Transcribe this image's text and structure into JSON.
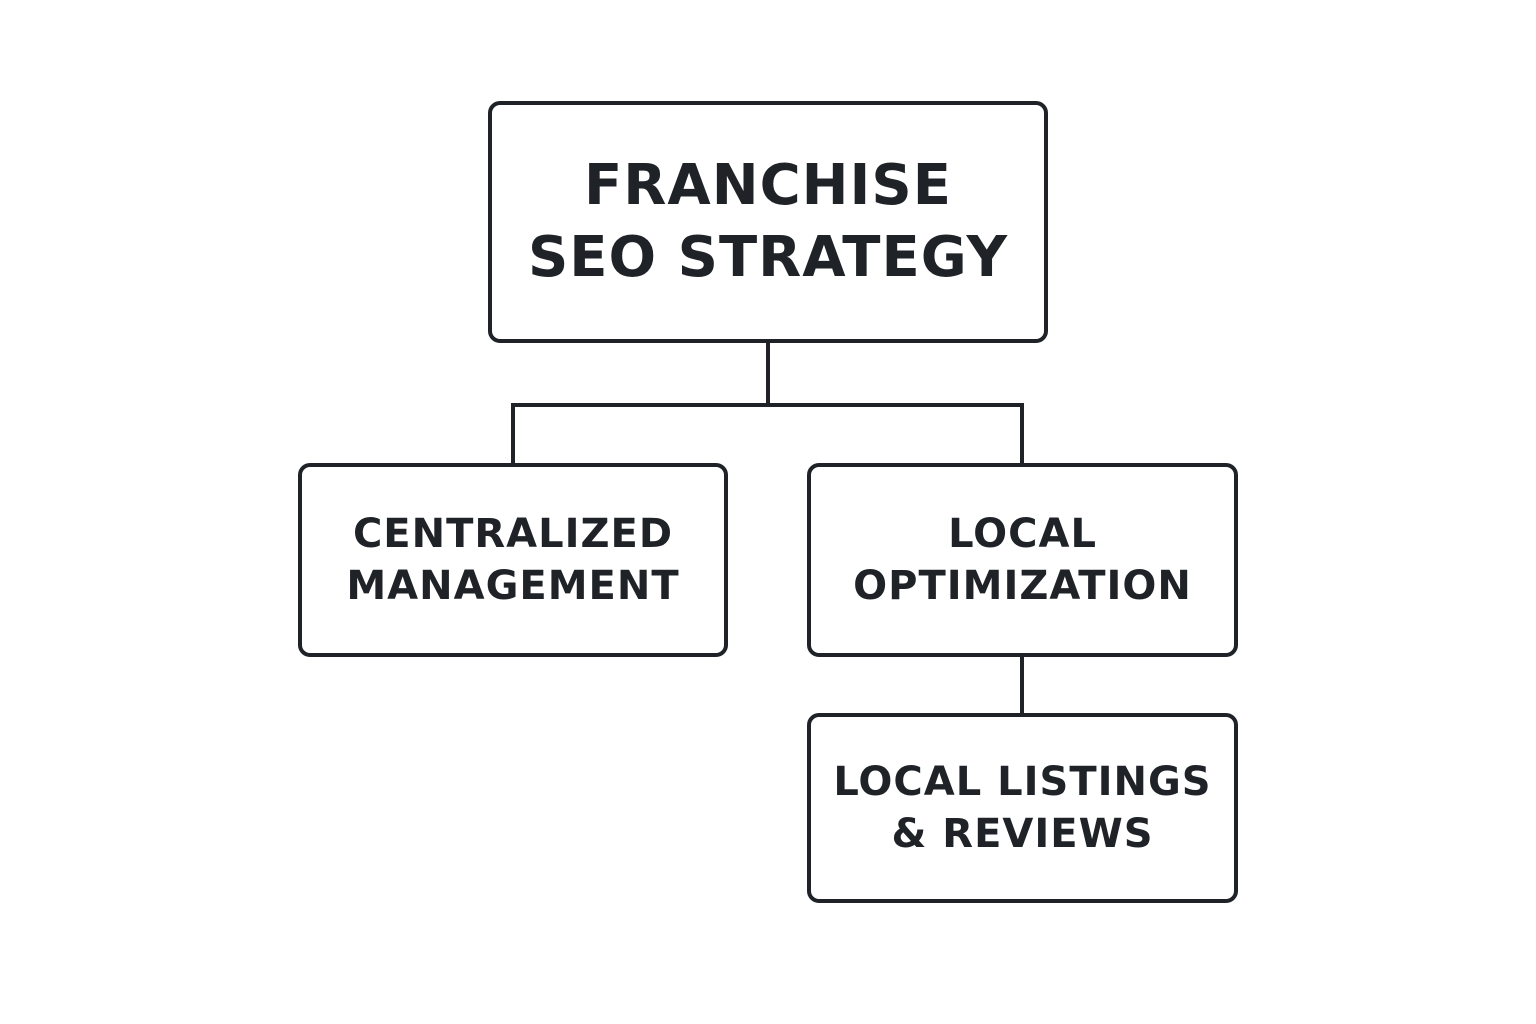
{
  "diagram": {
    "root": {
      "label": "FRANCHISE\nSEO STRATEGY"
    },
    "children": [
      {
        "label": "CENTRALIZED\nMANAGEMENT"
      },
      {
        "label": "LOCAL\nOPTIMIZATION"
      }
    ],
    "grandchildren": [
      {
        "label": "LOCAL LISTINGS\n& REVIEWS",
        "parent": "LOCAL\nOPTIMIZATION"
      }
    ],
    "colors": {
      "stroke": "#1f2328",
      "text": "#1f2328",
      "background": "#ffffff"
    }
  }
}
